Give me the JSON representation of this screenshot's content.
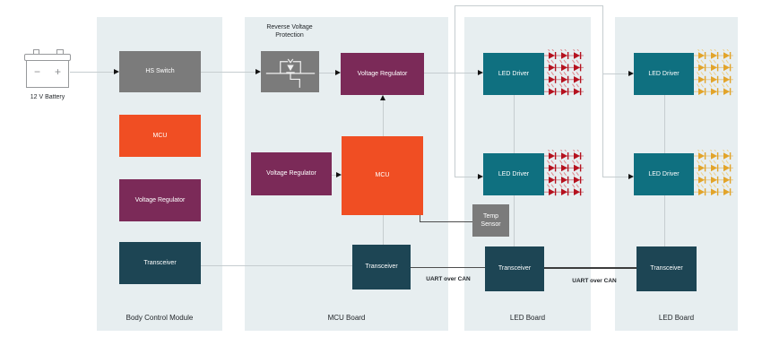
{
  "diagram": {
    "battery": {
      "label": "12 V Battery",
      "minus": "−",
      "plus": "+"
    },
    "annotations": {
      "rvp": "Reverse Voltage Protection",
      "uart_1": "UART over CAN",
      "uart_2": "UART over CAN"
    },
    "boards": {
      "bcm": {
        "label": "Body Control Module",
        "blocks": {
          "hs_switch": "HS Switch",
          "mcu": "MCU",
          "voltage_regulator": "Voltage Regulator",
          "transceiver": "Transceiver"
        }
      },
      "mcu_board": {
        "label": "MCU Board",
        "blocks": {
          "voltage_regulator_main": "Voltage Regulator",
          "voltage_regulator_aux": "Voltage Regulator",
          "mcu": "MCU",
          "transceiver": "Transceiver"
        }
      },
      "led_board_1": {
        "label": "LED Board",
        "blocks": {
          "led_driver_top": "LED Driver",
          "led_driver_bottom": "LED Driver",
          "temp_sensor": "Temp Sensor",
          "transceiver": "Transceiver"
        }
      },
      "led_board_2": {
        "label": "LED Board",
        "blocks": {
          "led_driver_top": "LED Driver",
          "led_driver_bottom": "LED Driver",
          "transceiver": "Transceiver"
        }
      }
    },
    "led_arrays": {
      "rows": 4,
      "cols": 3,
      "red": "#b5121f",
      "red_ray": "#e0898e",
      "amber": "#e2a42a",
      "amber_ray": "#eed089"
    },
    "colors": {
      "panel": "#e7eef0",
      "gray": "#7b7b7b",
      "orange": "#f04e23",
      "purple": "#7b2a58",
      "teal": "#0f7080",
      "dark_teal": "#1d4554"
    }
  }
}
